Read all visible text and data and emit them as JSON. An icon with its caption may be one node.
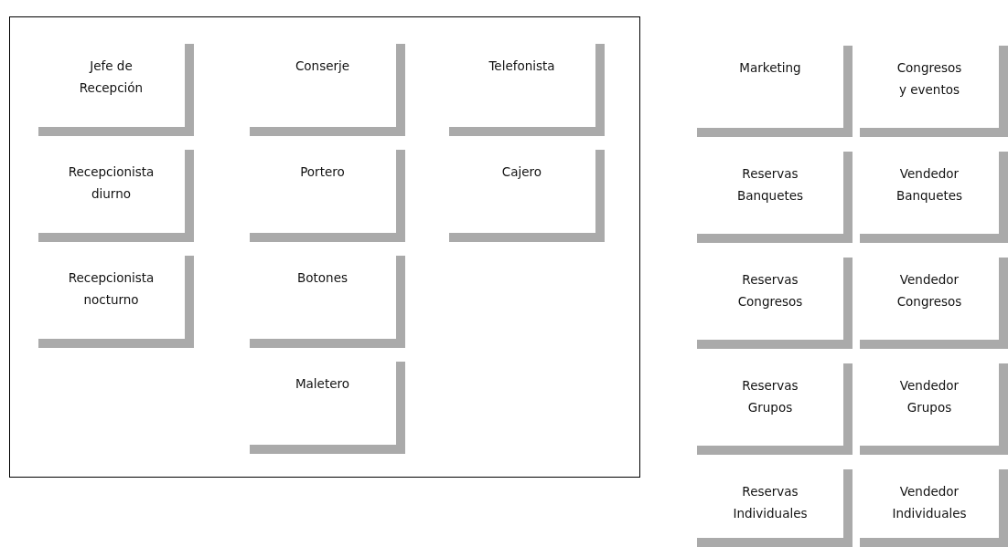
{
  "diagram": {
    "nodes": [
      {
        "text": [],
        "shape": "box"
      },
      {
        "text": [
          "Jefe de Recepción"
        ],
        "in": 0
      },
      {
        "text": [
          "Conserje"
        ],
        "in": 0
      },
      {
        "text": [
          "Telefonista"
        ],
        "in": 0
      },
      {
        "text": [
          "Recepcionista diurno"
        ],
        "in": 0
      },
      {
        "text": [
          "Portero"
        ],
        "in": 0
      },
      {
        "text": [
          "Cajero"
        ],
        "in": 0
      },
      {
        "text": [
          "Recepcionista nocturno"
        ],
        "in": 0
      },
      {
        "text": [
          "Botones"
        ],
        "in": 0
      },
      {
        "text": [
          "Maletero"
        ],
        "in": 0
      },
      {
        "text": [
          "Marketing"
        ]
      },
      {
        "text": [
          "Congresos y eventos"
        ]
      },
      {
        "text": [
          "Reservas Banquetes"
        ]
      },
      {
        "text": [
          "Vendedor Banquetes"
        ]
      },
      {
        "text": [
          "Reservas Congresos"
        ]
      },
      {
        "text": [
          "Vendedor Congresos"
        ]
      },
      {
        "text": [
          "Reservas Grupos"
        ]
      },
      {
        "text": [
          "Vendedor Grupos"
        ]
      },
      {
        "text": [
          "Reservas Individuales"
        ]
      },
      {
        "text": [
          "Vendedor Individuales"
        ]
      }
    ]
  }
}
